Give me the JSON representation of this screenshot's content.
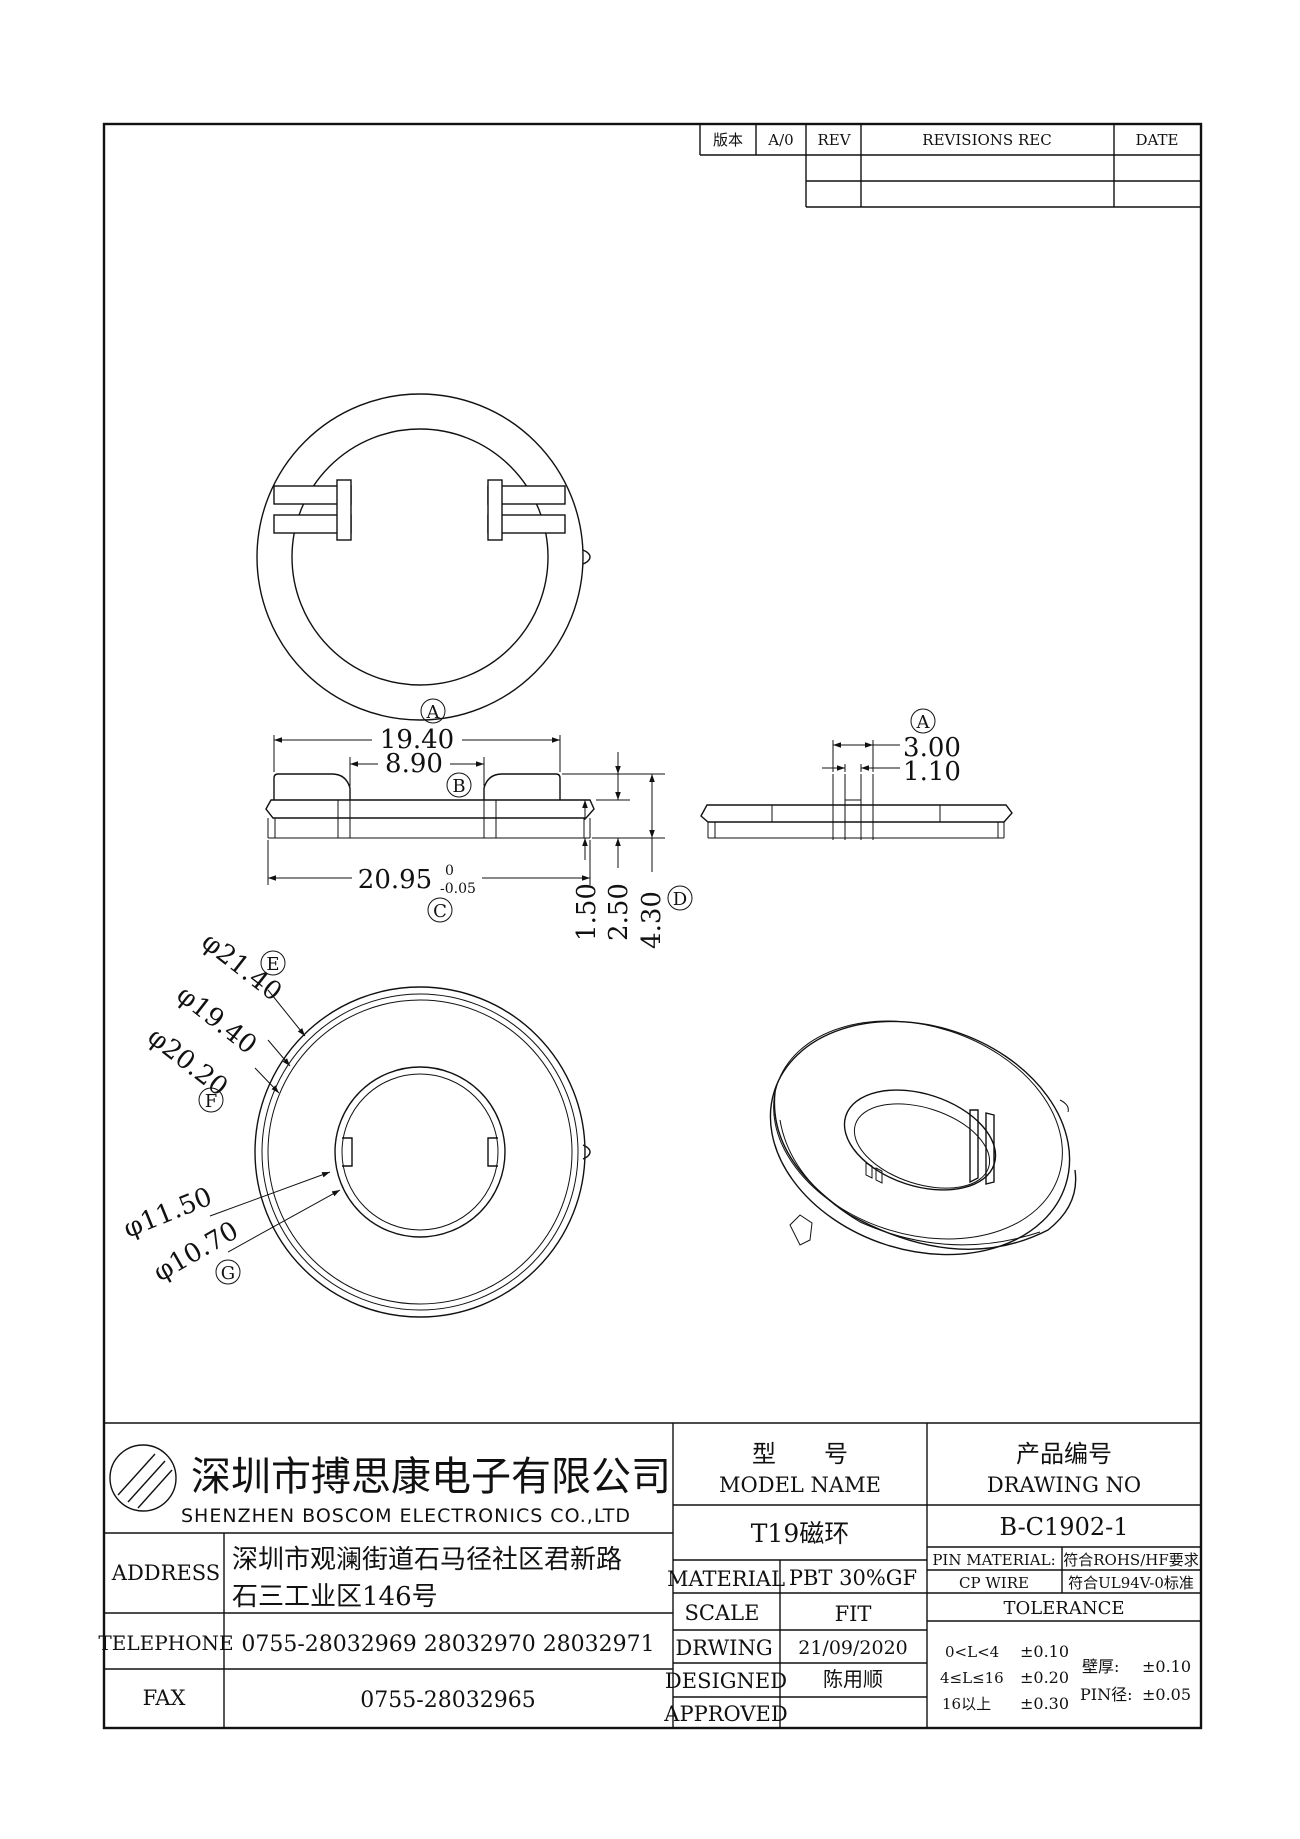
{
  "revision_block": {
    "version_label": "版本",
    "version_value": "A/0",
    "rev_label": "REV",
    "revisions_label": "REVISIONS REC",
    "date_label": "DATE"
  },
  "dimensions": {
    "a_label": "A",
    "b_label": "B",
    "c_label": "C",
    "d_label": "D",
    "e_label": "E",
    "f_label": "F",
    "g_label": "G",
    "width_19_40": "19.40",
    "width_8_90": "8.90",
    "width_20_95": "20.95",
    "tol_upper": "0",
    "tol_lower": "-0.05",
    "height_1_50": "1.50",
    "height_2_50": "2.50",
    "height_4_30": "4.30",
    "slot_3_00": "3.00",
    "slot_1_10": "1.10",
    "dia_21_40": "φ21.40",
    "dia_19_40": "φ19.40",
    "dia_20_20": "φ20.20",
    "dia_11_50": "φ11.50",
    "dia_10_70": "φ10.70"
  },
  "title_block": {
    "company_cn": "深圳市搏思康电子有限公司",
    "company_en": "SHENZHEN BOSCOM ELECTRONICS CO.,LTD",
    "address_label": "ADDRESS",
    "address_line1": "深圳市观澜街道石马径社区君新路",
    "address_line2": "石三工业区146号",
    "telephone_label": "TELEPHONE",
    "telephone_value": "0755-28032969 28032970 28032971",
    "fax_label": "FAX",
    "fax_value": "0755-28032965",
    "model_label_cn": "型　　号",
    "model_label_en": "MODEL NAME",
    "model_value": "T19磁环",
    "drawing_no_label_cn": "产品编号",
    "drawing_no_label_en": "DRAWING NO",
    "drawing_no_value": "B-C1902-1",
    "material_label": "MATERIAL",
    "material_value": "PBT 30%GF",
    "scale_label": "SCALE",
    "scale_value": "FIT",
    "drawing_label": "DRWING",
    "drawing_date": "21/09/2020",
    "designed_label": "DESIGNED",
    "designed_value": "陈用顺",
    "approved_label": "APPROVED",
    "pin_material_label": "PIN MATERIAL:",
    "cp_wire_label": "CP WIRE",
    "rohs_value": "符合ROHS/HF要求",
    "ul_value": "符合UL94V-0标准",
    "tolerance_label": "TOLERANCE",
    "tol_range_1": "0<L<4",
    "tol_value_1": "±0.10",
    "tol_range_2": "4≤L≤16",
    "tol_value_2": "±0.20",
    "tol_range_3": "16以上",
    "tol_value_3": "±0.30",
    "wall_label": "壁厚:",
    "wall_value": "±0.10",
    "pin_dia_label": "PIN径:",
    "pin_dia_value": "±0.05"
  }
}
